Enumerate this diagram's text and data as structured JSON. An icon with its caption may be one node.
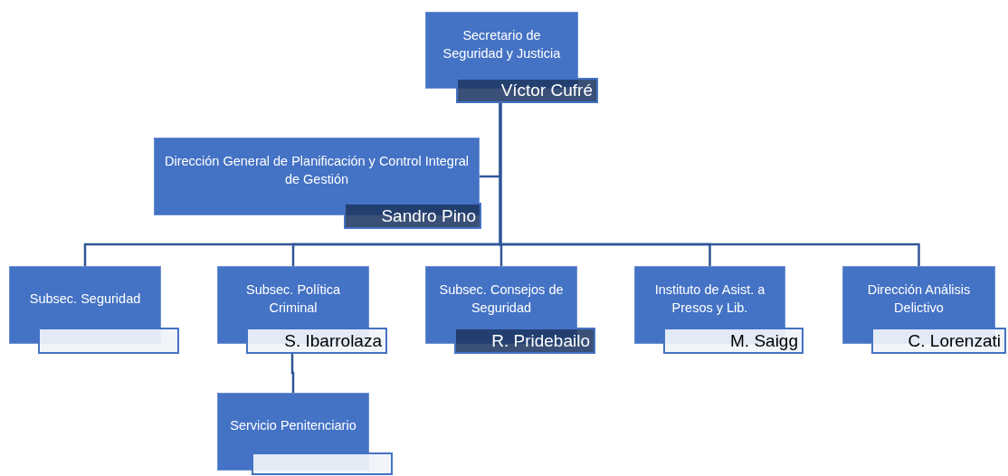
{
  "diagram": {
    "nodes": [
      {
        "text": [
          "Secretario de Seguridad y Justicia"
        ]
      },
      {
        "text": [
          "Víctor Cufré"
        ]
      },
      {
        "text": [
          "Dirección General de Planificación y Control Integral de Gestión"
        ]
      },
      {
        "text": [
          "Sandro Pino"
        ]
      },
      {
        "text": [
          "Subsec. Seguridad"
        ]
      },
      {
        "text": [],
        "shape": "box"
      },
      {
        "text": [
          "Subsec. Política Criminal"
        ]
      },
      {
        "text": [
          "S. Ibarrolaza"
        ]
      },
      {
        "text": [
          "Subsec. Consejos de Seguridad"
        ]
      },
      {
        "text": [
          "R. Pridebailo"
        ]
      },
      {
        "text": [
          "Instituto de Asist. a Presos y Lib."
        ]
      },
      {
        "text": [
          "M. Saigg"
        ]
      },
      {
        "text": [
          "Dirección Análisis Delictivo"
        ]
      },
      {
        "text": [
          "C. Lorenzati"
        ]
      },
      {
        "text": [
          "Servicio Penitenciario"
        ]
      },
      {
        "text": [],
        "shape": "box"
      }
    ],
    "edges": [
      {
        "from": 1,
        "to": 2,
        "arrow": "none"
      },
      {
        "from": 1,
        "to": 4,
        "arrow": "none"
      },
      {
        "from": 1,
        "to": 6,
        "arrow": "none"
      },
      {
        "from": 1,
        "to": 8,
        "arrow": "none"
      },
      {
        "from": 1,
        "to": 10,
        "arrow": "none"
      },
      {
        "from": 1,
        "to": 12,
        "arrow": "none"
      },
      {
        "from": 7,
        "to": 14,
        "arrow": "none"
      }
    ]
  }
}
